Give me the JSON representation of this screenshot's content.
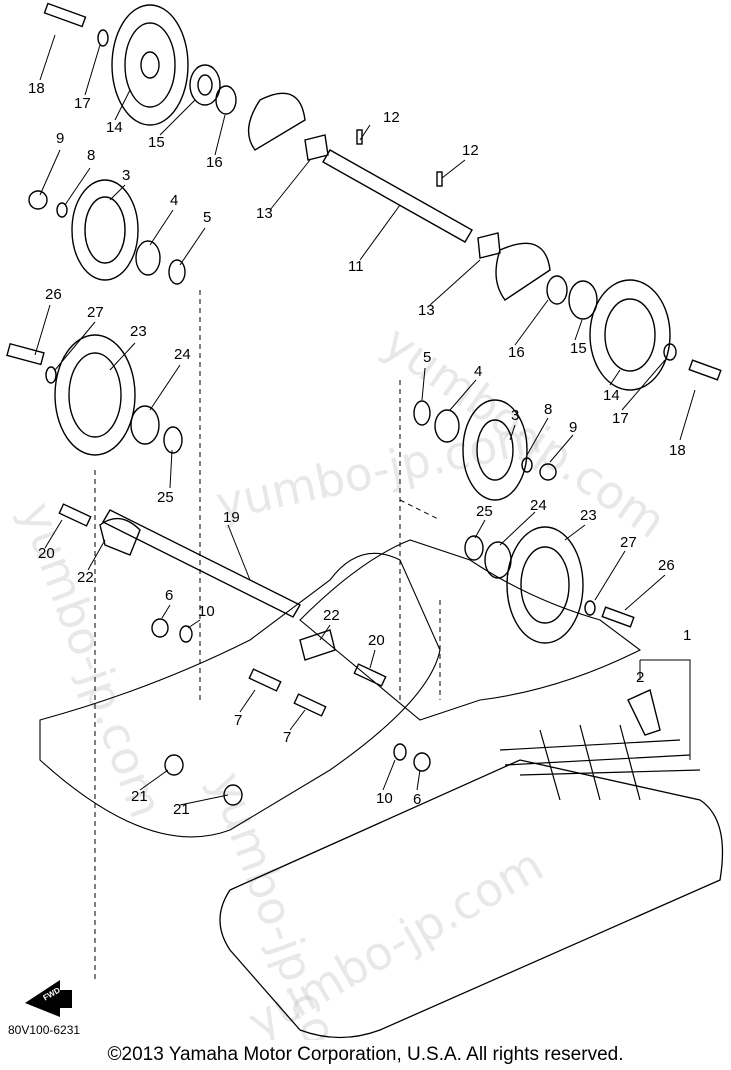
{
  "diagram": {
    "part_code": "80V100-6231",
    "fwd_label": "FWD",
    "watermark": "yumbo-jp.com",
    "callouts": [
      "1",
      "2",
      "3",
      "4",
      "5",
      "6",
      "7",
      "8",
      "9",
      "10",
      "11",
      "12",
      "13",
      "14",
      "15",
      "16",
      "17",
      "18",
      "19",
      "20",
      "21",
      "22",
      "23",
      "24",
      "25",
      "26",
      "27"
    ],
    "copyright": "©2013 Yamaha Motor Corporation, U.S.A. All rights reserved."
  }
}
